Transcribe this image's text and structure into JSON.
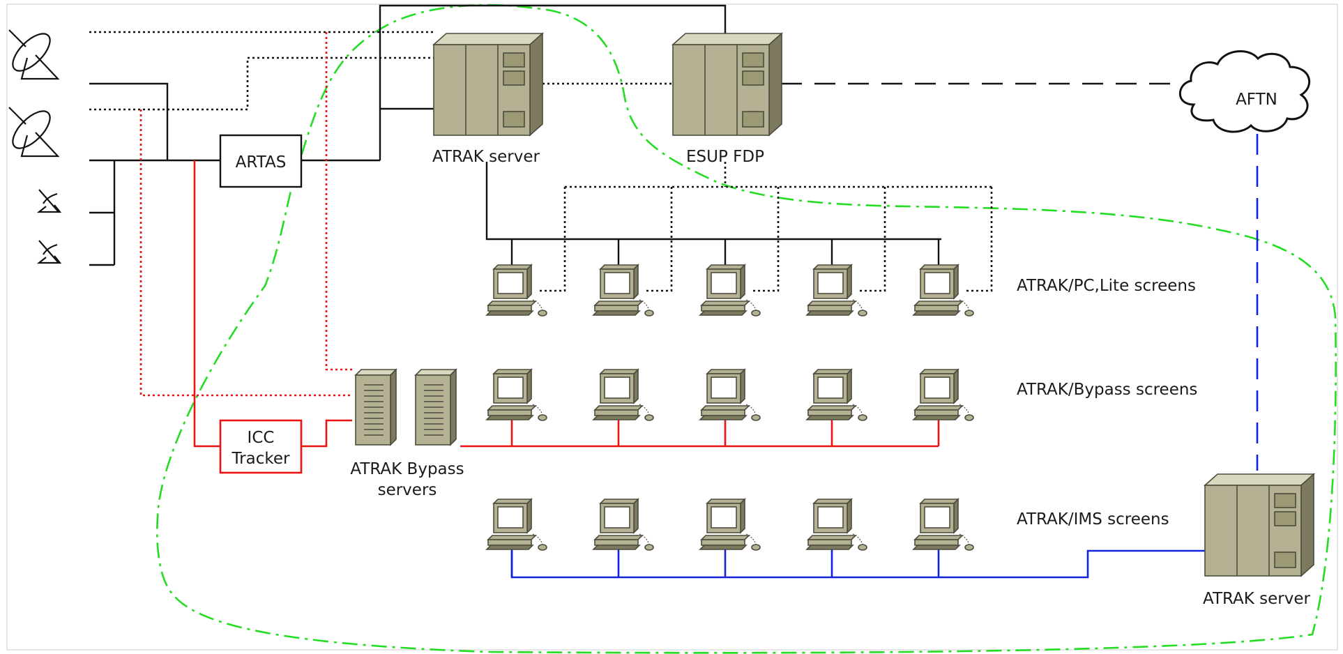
{
  "labels": {
    "artas": "ARTAS",
    "atrak_server_top": "ATRAK server",
    "esup_fdp": "ESUP FDP",
    "aftn": "AFTN",
    "pc_lite_screens": "ATRAK/PC,Lite screens",
    "bypass_screens": "ATRAK/Bypass screens",
    "ims_screens": "ATRAK/IMS screens",
    "icc_tracker_line1": "ICC",
    "icc_tracker_line2": "Tracker",
    "bypass_servers_line1": "ATRAK Bypass",
    "bypass_servers_line2": "servers",
    "atrak_server_bottom": "ATRAK server"
  },
  "colors": {
    "black_link": "#111111",
    "red_link": "#ee1111",
    "blue_link": "#1122dd",
    "green_boundary": "#22dd22",
    "equipment": "#b5b293"
  },
  "icons": {
    "radar": "radar-antenna-icon",
    "small_antenna": "small-antenna-icon",
    "server": "server-cabinet-icon",
    "tower": "tower-server-icon",
    "workstation": "workstation-icon",
    "cloud": "cloud-icon"
  }
}
